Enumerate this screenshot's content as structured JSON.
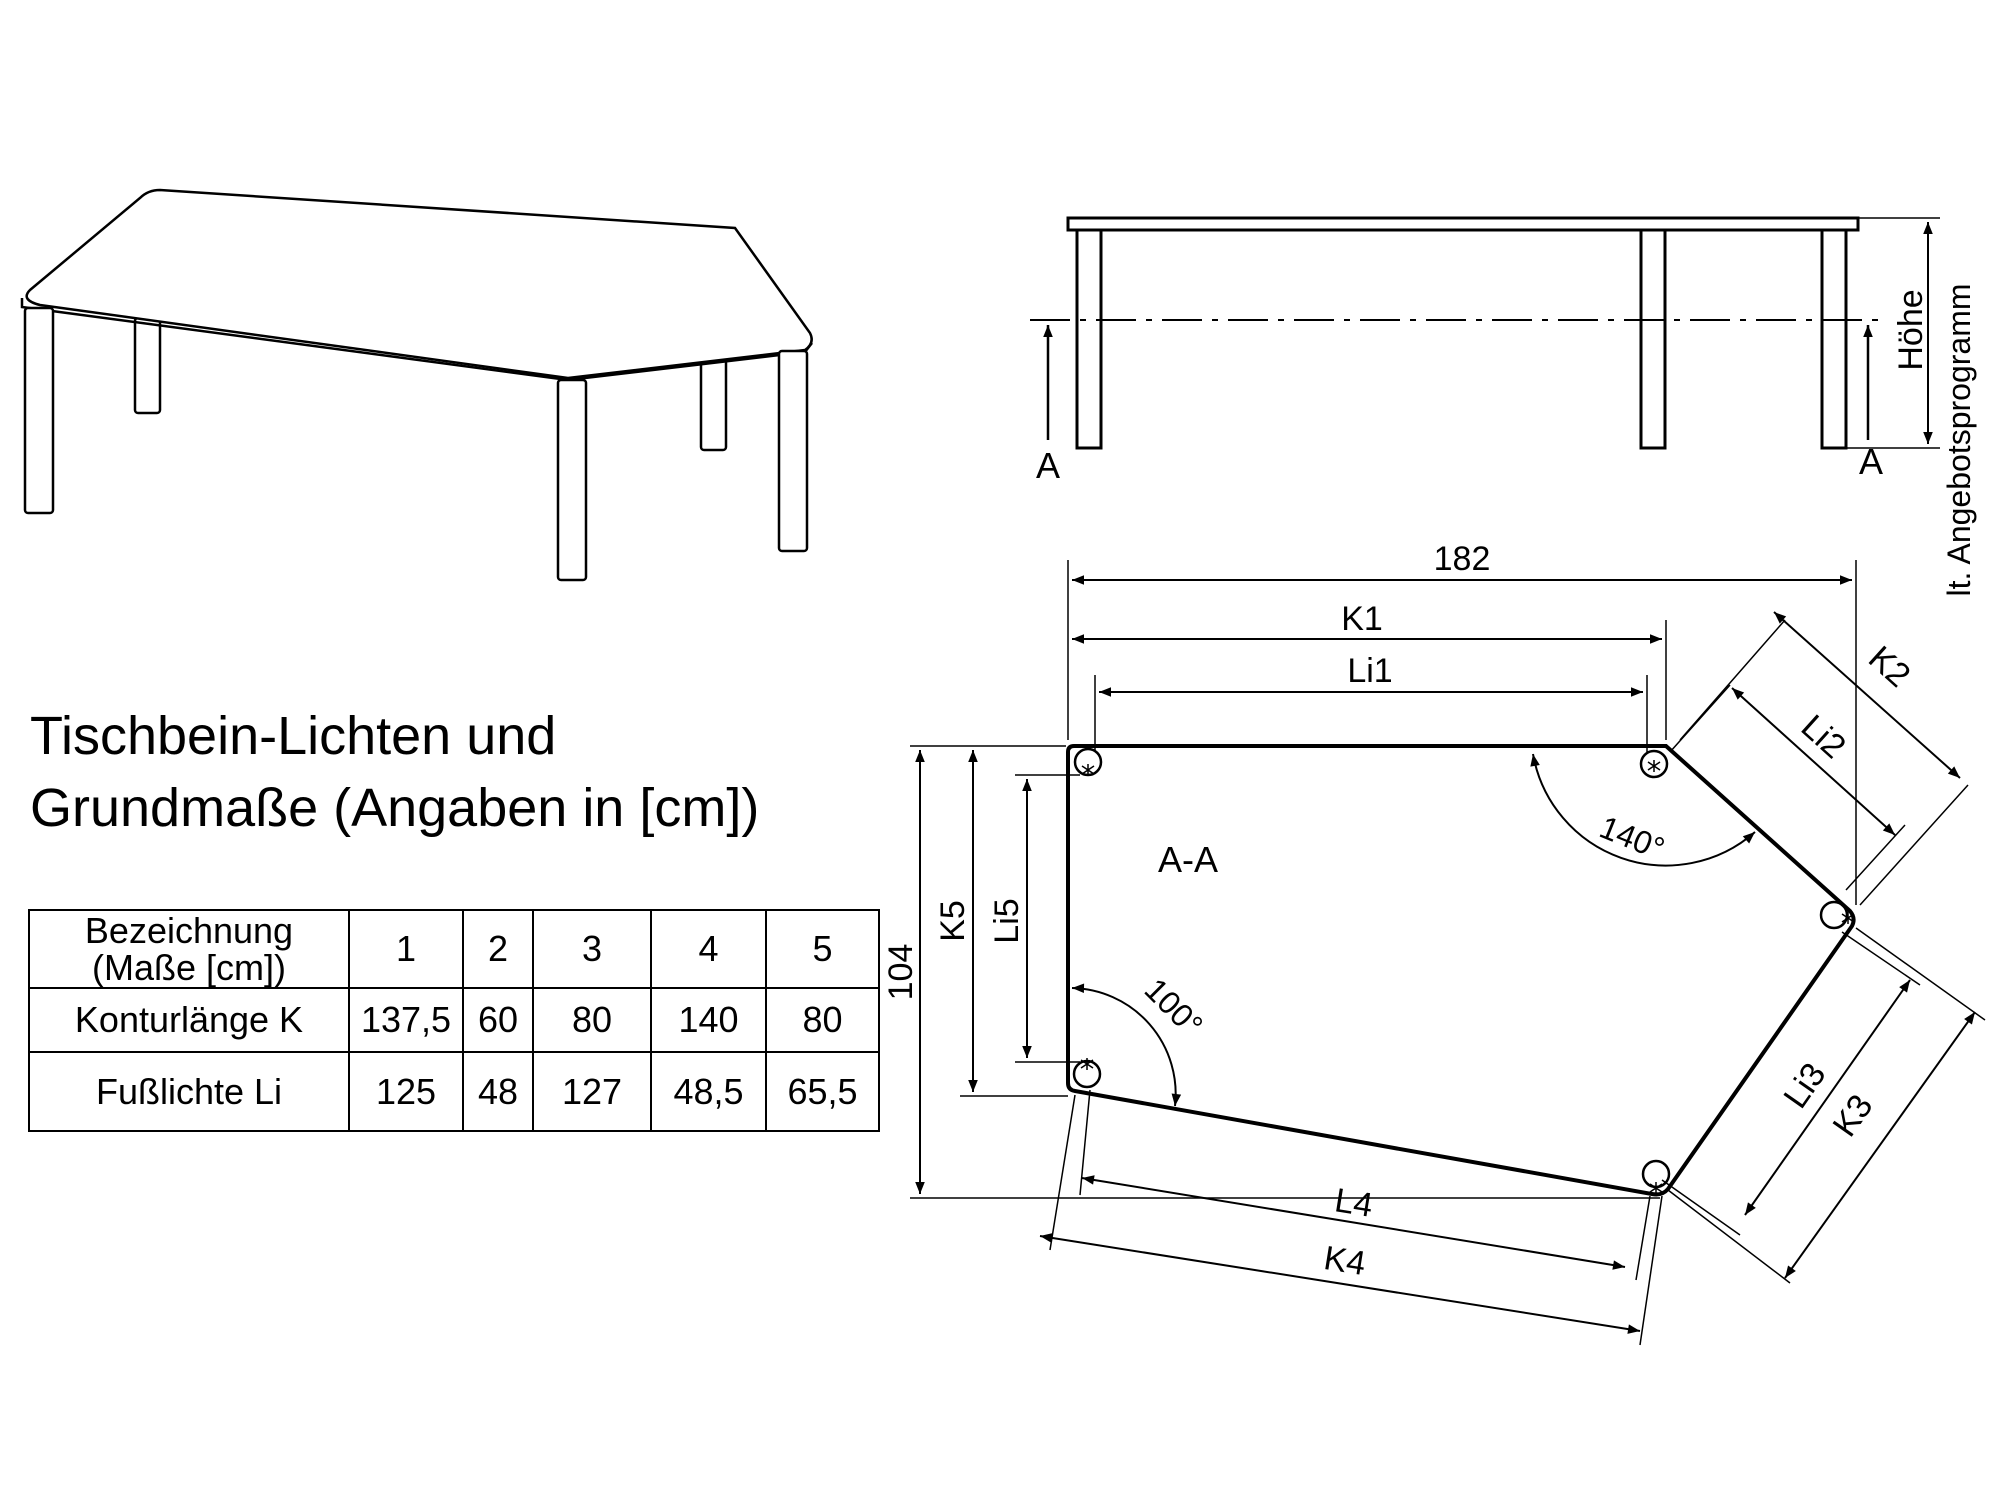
{
  "heading": {
    "line1": "Tischbein-Lichten und",
    "line2": "Grundmaße (Angaben in [cm])"
  },
  "table": {
    "header": [
      "Bezeichnung (Maße [cm])",
      "1",
      "2",
      "3",
      "4",
      "5"
    ],
    "rows": [
      {
        "label": "Konturlänge K",
        "values": [
          "137,5",
          "60",
          "80",
          "140",
          "80"
        ]
      },
      {
        "label": "Fußlichte Li",
        "values": [
          "125",
          "48",
          "127",
          "48,5",
          "65,5"
        ]
      }
    ]
  },
  "side_view": {
    "section_mark_left": "A",
    "section_mark_right": "A",
    "height_label": "Höhe",
    "height_note": "lt. Angebotsprogramm"
  },
  "plan_view": {
    "section_label": "A-A",
    "overall_width": "182",
    "overall_depth": "104",
    "dims": {
      "k1": "K1",
      "li1": "Li1",
      "k2": "K2",
      "li2": "Li2",
      "k3": "K3",
      "li3": "Li3",
      "k4": "K4",
      "l4": "L4",
      "k5": "K5",
      "li5": "Li5"
    },
    "angles": {
      "a140": "140°",
      "a100": "100°"
    }
  }
}
